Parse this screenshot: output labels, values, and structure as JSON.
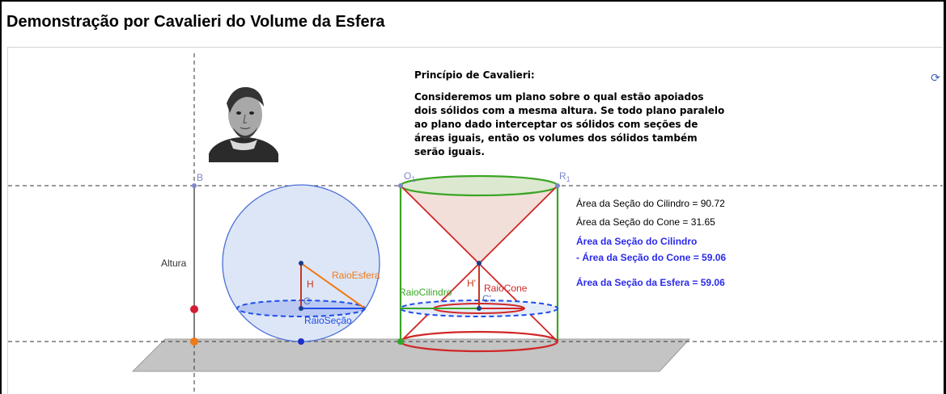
{
  "window": {
    "title": "Demonstração por Cavalieri do Volume da Esfera"
  },
  "toolbar": {
    "refresh_icon": "refresh-icon"
  },
  "principle": {
    "heading": "Princípio de Cavalieri:",
    "lines": [
      "Consideremos um plano sobre o qual estão apoiados",
      "dois sólidos com a mesma altura. Se todo plano paralelo",
      "ao plano dado interceptar os sólidos com seções de",
      "áreas iguais, então os volumes dos sólidos também",
      "serão iguais."
    ]
  },
  "readouts": {
    "cylinder_area": "Área da Seção do Cilindro = 90.72",
    "cone_area": "Área da Seção do Cone = 31.65",
    "difference_line1": "Área da Seção do Cilindro",
    "difference_line2": "- Área da Seção do Cone = 59.06",
    "sphere_area": "Área da Seção da Esfera = 59.06"
  },
  "labels": {
    "point_b": "B",
    "point_o": "O",
    "point_o_sub": "1",
    "point_r": "R",
    "point_r_sub": "1",
    "altura": "Altura",
    "raio_esfera": "RaioEsfera",
    "h": "H",
    "c": "C",
    "raio_secao": "RaioSeção",
    "raio_cilindro": "RaioCilindro",
    "h_prime": "H'",
    "raio_cone": "RaioCone",
    "c_prime": "C'"
  },
  "colors": {
    "sphere": "#4a6fd6",
    "sphere_fill": "#dde6f7",
    "cylinder": "#3aa524",
    "cone": "#d12626",
    "cone_fill": "#f2dfda",
    "section": "#1f4de8",
    "section_fill": "#b9c9f2",
    "plane": "#c4c4c4",
    "radius_orange": "#f07a17",
    "triangle_red": "#c7371d",
    "slider_red": "#d41d35",
    "slider_orange": "#f07a17",
    "point_green": "#2fa829",
    "point_blue": "#1c2fc7"
  }
}
